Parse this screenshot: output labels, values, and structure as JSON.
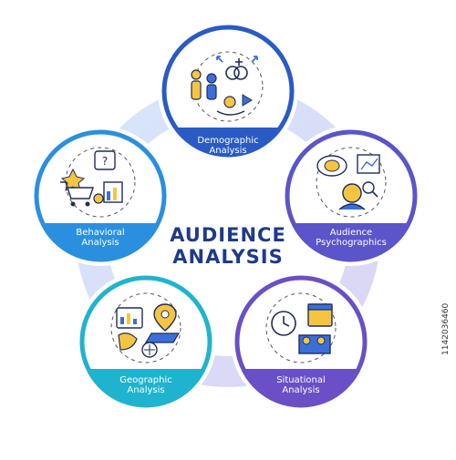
{
  "title": {
    "line1": "AUDIENCE",
    "line2": "ANALYSIS",
    "color": "#1f3a8a"
  },
  "segments": [
    {
      "line1": "Demographic",
      "line2": "Analysis",
      "color": "#2a5bc4"
    },
    {
      "line1": "Audience",
      "line2": "Psychographics",
      "color": "#5b55c9"
    },
    {
      "line1": "Situational",
      "line2": "Analysis",
      "color": "#6a4fc6"
    },
    {
      "line1": "Geographic",
      "line2": "Analysis",
      "color": "#1fb3cf"
    },
    {
      "line1": "Behavioral",
      "line2": "Analysis",
      "color": "#2b8fe0"
    }
  ],
  "stock_id": "1142036460"
}
